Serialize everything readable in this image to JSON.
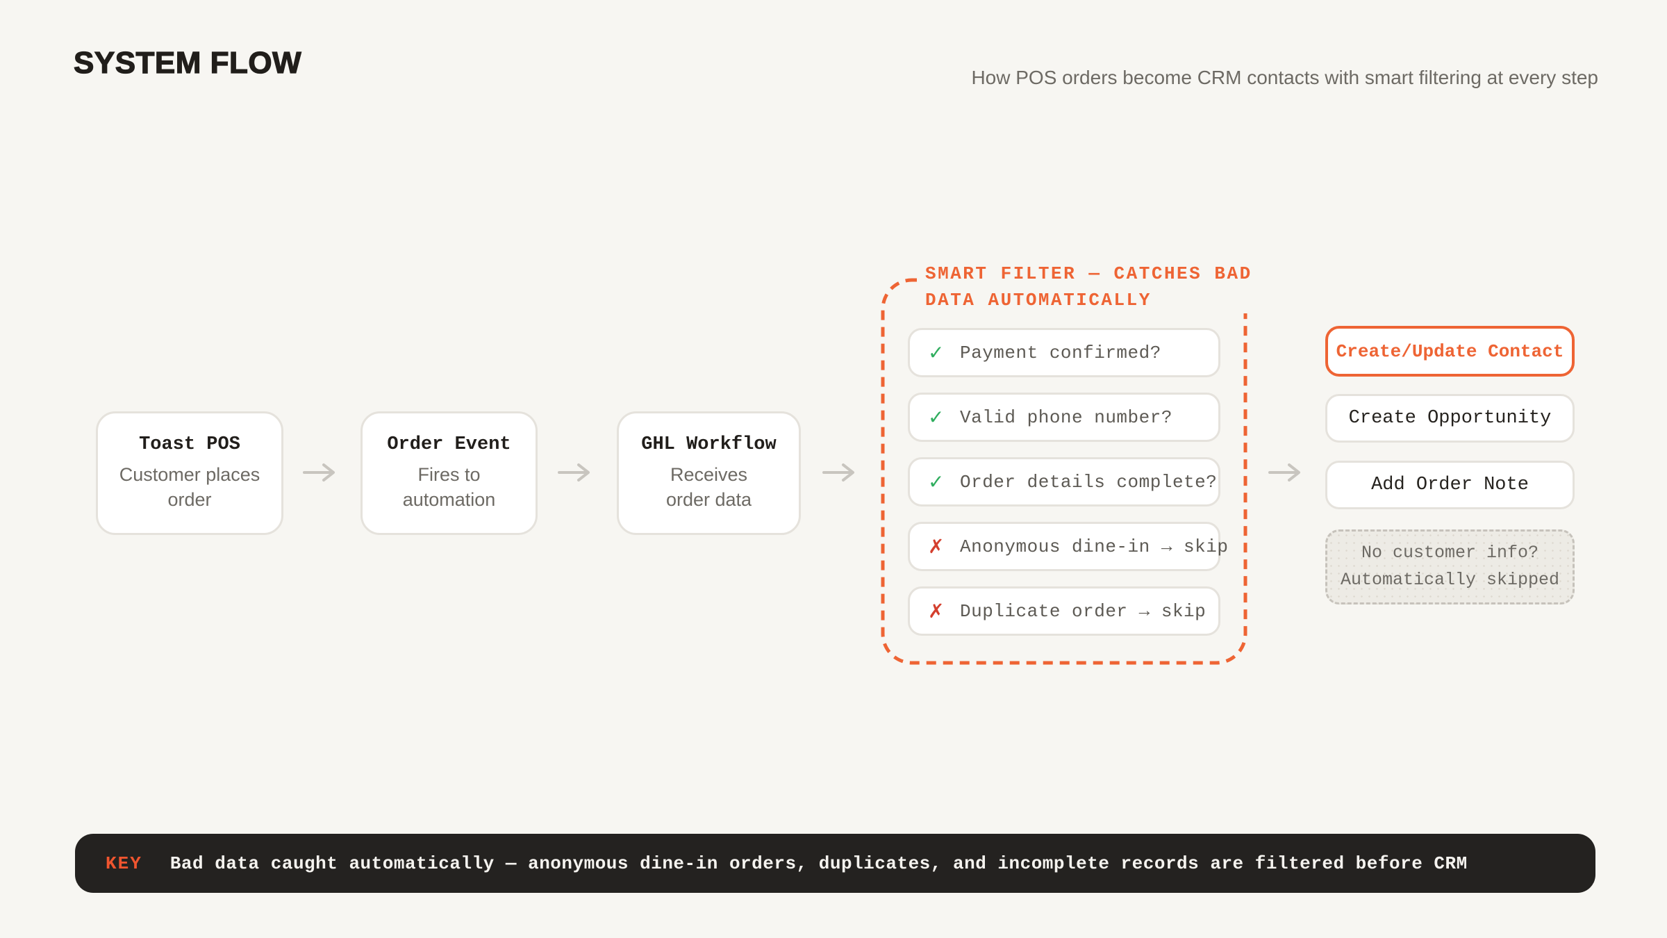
{
  "page": {
    "title": "SYSTEM FLOW",
    "subtitle": "How POS orders become CRM contacts with smart filtering at every step",
    "background": "#f7f6f2"
  },
  "colors": {
    "accent_orange": "#ee6434",
    "check_green": "#2fad5e",
    "cross_red": "#d43f2e",
    "box_border": "#e5e2dc",
    "text_dark": "#211e1b",
    "text_gray": "#6d6a64",
    "keybar_bg": "#242220"
  },
  "flow": {
    "steps": [
      {
        "title": "Toast POS",
        "desc_line1": "Customer places",
        "desc_line2": "order"
      },
      {
        "title": "Order Event",
        "desc_line1": "Fires to",
        "desc_line2": "automation"
      },
      {
        "title": "GHL Workflow",
        "desc_line1": "Receives",
        "desc_line2": "order data"
      }
    ],
    "filter": {
      "label_line1": "SMART FILTER — CATCHES BAD",
      "label_line2": "DATA AUTOMATICALLY",
      "items": [
        {
          "icon": "check-icon",
          "glyph": "✓",
          "text": "Payment confirmed?"
        },
        {
          "icon": "check-icon",
          "glyph": "✓",
          "text": "Valid phone number?"
        },
        {
          "icon": "check-icon",
          "glyph": "✓",
          "text": "Order details complete?"
        },
        {
          "icon": "x-icon",
          "glyph": "✗",
          "text": "Anonymous dine-in → skip"
        },
        {
          "icon": "x-icon",
          "glyph": "✗",
          "text": "Duplicate order → skip"
        }
      ]
    },
    "outputs": {
      "primary": "Create/Update Contact",
      "secondary_1": "Create Opportunity",
      "secondary_2": "Add Order Note",
      "skipped_line1": "No customer info?",
      "skipped_line2": "Automatically skipped"
    }
  },
  "key": {
    "label": "KEY",
    "text": "Bad data caught automatically — anonymous dine-in orders, duplicates, and incomplete records are filtered before CRM"
  }
}
